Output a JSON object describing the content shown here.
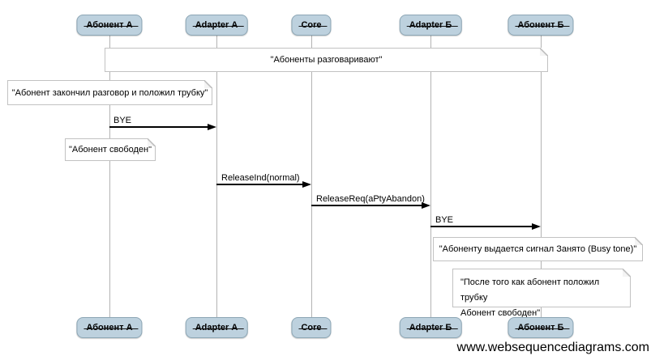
{
  "diagram": {
    "actors": [
      {
        "label": "Абонент А"
      },
      {
        "label": "Adapter А"
      },
      {
        "label": "Core"
      },
      {
        "label": "Adapter Б"
      },
      {
        "label": "Абонент Б"
      }
    ],
    "notes": {
      "conversation": "\"Абоненты разговаривают\"",
      "hangup": "\"Абонент закончил разговор и положил трубку\"",
      "subscriber_free": "\"Абонент свободен\"",
      "busy_tone": "\"Абоненту выдается сигнал Занято (Busy tone)\"",
      "after_hangup_line1": "\"После того как абонент положил трубку",
      "after_hangup_line2": "Абонент свободен\""
    },
    "messages": [
      {
        "label": "BYE"
      },
      {
        "label": "ReleaseInd(normal)"
      },
      {
        "label": "ReleaseReq(aPtyAbandon)"
      },
      {
        "label": "BYE"
      }
    ],
    "watermark": "www.websequencediagrams.com",
    "colors": {
      "actor_fill": "#bdd1de",
      "actor_border": "#8ca6b5",
      "note_border": "#c2c2c2",
      "lifeline": "#b3b3b3",
      "message": "#000000"
    }
  }
}
